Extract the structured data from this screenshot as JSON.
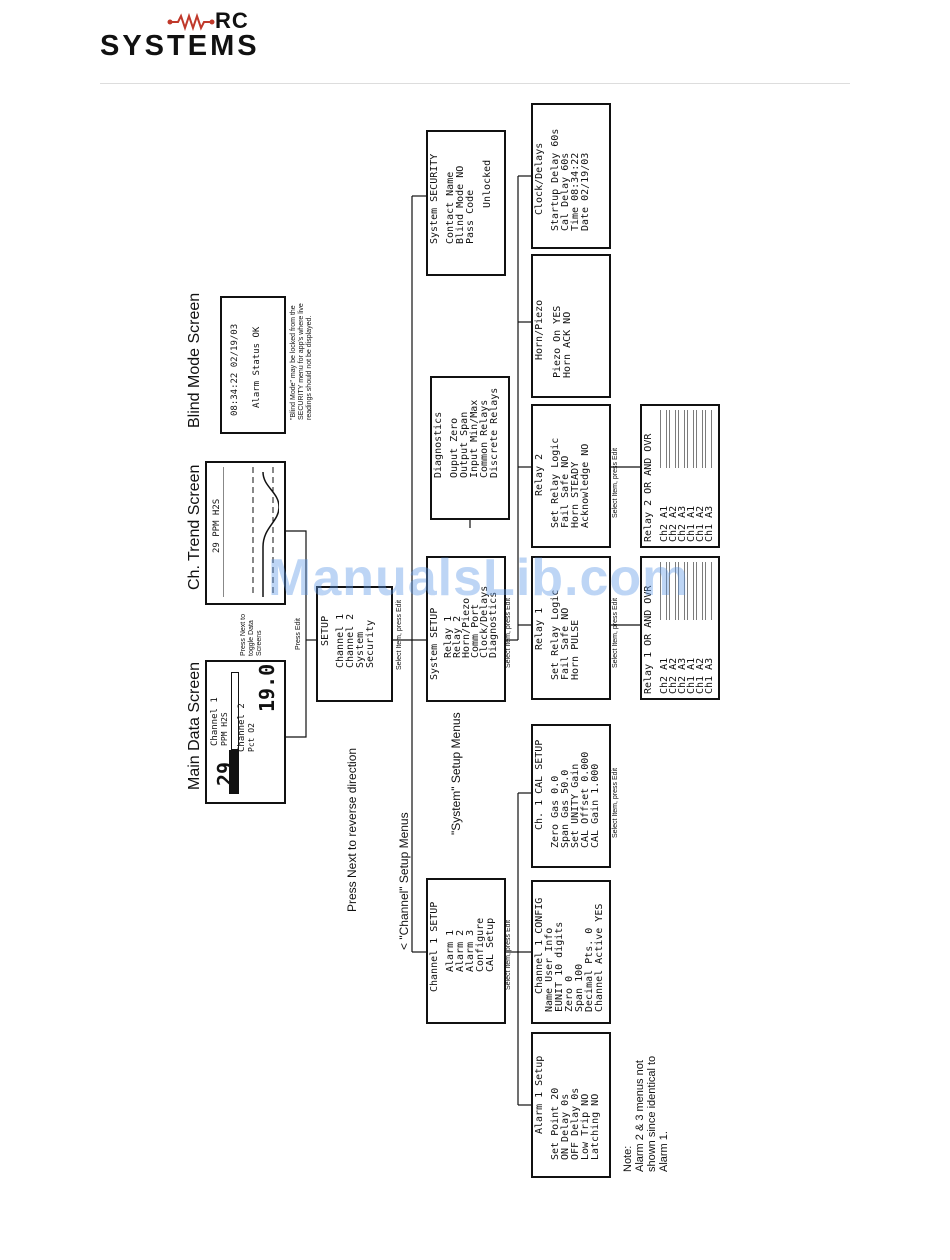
{
  "header": {
    "logo_top": "RC",
    "logo_bottom": "SYSTEMS"
  },
  "watermark": "ManualsLib.com",
  "screens": {
    "main": {
      "title": "Main Data Screen",
      "ch1": "Channel 1",
      "ch1_unit": "PPM H2S",
      "ch1_val": "29",
      "ch2": "Channel 2",
      "ch2_unit": "Pct O2",
      "ch2_val": "19.0"
    },
    "trend": {
      "title": "Ch. Trend Screen",
      "label": "29 PPM H2S"
    },
    "blind": {
      "title": "Blind Mode Screen",
      "time": "08:34:22  02/19/03",
      "status": "Alarm Status OK",
      "note": "\"Blind Mode\" may be locked from the SECURITY menu for app's where live readings should not be displayed."
    },
    "toggle_note": "Press Next to toggle Data Screens",
    "press_edit": "Press Edit"
  },
  "setup": {
    "title": "SETUP",
    "items": [
      "Channel 1",
      "Channel 2",
      "System",
      "Security"
    ],
    "select": "Select Item, press Edit"
  },
  "labels": {
    "reverse": "Press Next to reverse direction",
    "channel_menus": "< \"Channel\" Setup Menus",
    "system_menus": "\"System\" Setup Menus"
  },
  "system_setup": {
    "title": "System SETUP",
    "items": [
      "Relay 1",
      "Relay 2",
      "Horn/Piezo",
      "Comm Port",
      "Clock/Delays",
      "Diagnostics"
    ],
    "select": "Select Item, press Edit"
  },
  "security": {
    "title": "System SECURITY",
    "items": [
      "Contact Name",
      "Blind Mode  NO",
      "Pass Code",
      "",
      "Unlocked"
    ]
  },
  "diagnostics": {
    "title": "Diagnostics",
    "items": [
      "Ouput Zero",
      "Output Span",
      "Input Min/Max",
      "Common Relays",
      "Discrete Relays"
    ]
  },
  "clock": {
    "title": "Clock/Delays",
    "items": [
      "Startup Delay   60s",
      "Cal Delay       60s",
      "Time        08:34:22",
      "Date        02/19/03"
    ]
  },
  "horn": {
    "title": "Horn/Piezo",
    "items": [
      "Piezo On    YES",
      "Horn ACK    NO"
    ]
  },
  "relay2": {
    "title": "Relay 2",
    "items": [
      "Set Relay Logic",
      "Fail Safe    NO",
      "Horn     STEADY",
      "Acknowledge  NO"
    ],
    "select": "Select Item, press Edit"
  },
  "relay1": {
    "title": "Relay 1",
    "items": [
      "Set Relay Logic",
      "Fail Safe    NO",
      "Horn      PULSE"
    ],
    "select": "Select Item, press Edit"
  },
  "relay1_logic": {
    "header": "Relay 1     OR  AND  OVR",
    "rows": [
      "Ch2 A1",
      "Ch2 A2",
      "Ch2 A3",
      "Ch1 A1",
      "Ch1 A2",
      "Ch1 A3"
    ]
  },
  "relay2_logic": {
    "header": "Relay 2     OR  AND  OVR",
    "rows": [
      "Ch2 A1",
      "Ch2 A2",
      "Ch2 A3",
      "Ch1 A1",
      "Ch1 A2",
      "Ch1 A3"
    ]
  },
  "channel_setup": {
    "title": "Channel 1 SETUP",
    "items": [
      "Alarm 1",
      "Alarm 2",
      "Alarm 3",
      "Configure",
      "CAL Setup"
    ],
    "select": "Select Item, press Edit"
  },
  "cal_setup": {
    "title": "Ch. 1 CAL SETUP",
    "items": [
      "Zero Gas     0.0",
      "Span Gas    50.0",
      "Set UNITY Gain",
      "CAL Offset 0.000",
      "CAL Gain   1.000"
    ],
    "select": "Select Item, press Edit"
  },
  "config": {
    "title": "Channel 1 CONFIG",
    "items": [
      "Name      User Info",
      "EUNIT    10 digits",
      "Zero            0",
      "Span          100",
      "Decimal Pts.    0",
      "Channel Active YES"
    ]
  },
  "alarm1": {
    "title": "Alarm 1 Setup",
    "items": [
      "Set Point     20",
      "ON Delay      0s",
      "OFF Delay     0s",
      "Low Trip      NO",
      "Latching      NO"
    ]
  },
  "note": {
    "lines": [
      "Note:",
      "Alarm 2 & 3 menus not",
      "shown since identical to",
      "Alarm 1."
    ]
  }
}
